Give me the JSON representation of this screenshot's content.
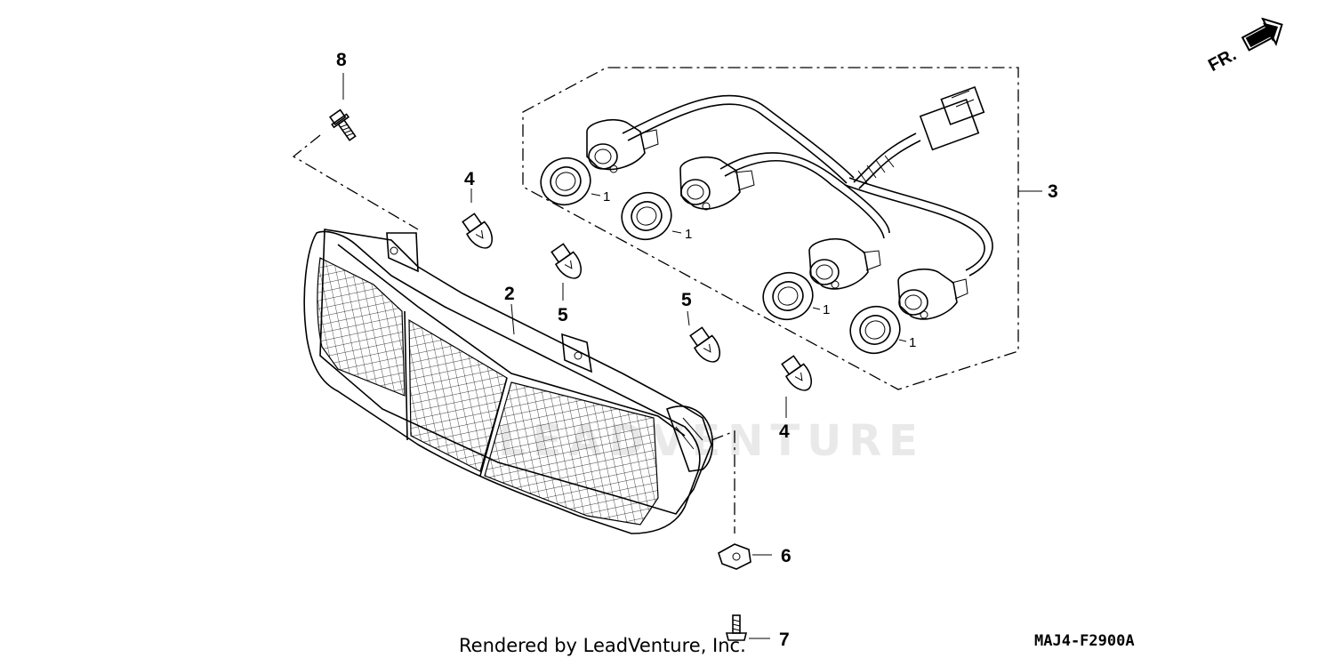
{
  "diagram": {
    "code": "MAJ4-F2900A",
    "credit": "Rendered by LeadVenture, Inc.",
    "watermark": "LEADVENTURE",
    "front_arrow_label": "FR.",
    "callouts": {
      "socket_1a": "1",
      "socket_1b": "1",
      "socket_1c": "1",
      "socket_1d": "1",
      "lens": "2",
      "harness": "3",
      "bulb_4_upper": "4",
      "bulb_4_lower": "4",
      "bulb_5_left": "5",
      "bulb_5_right": "5",
      "clip_nut": "6",
      "screw": "7",
      "bolt": "8"
    }
  }
}
